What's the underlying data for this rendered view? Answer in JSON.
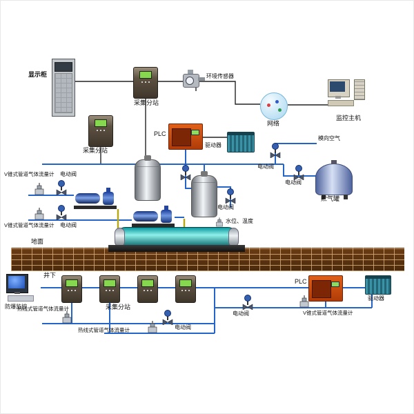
{
  "diagram": {
    "surface": {
      "display_cabinet_label": "显示柜",
      "substation_label": "采集分站",
      "env_sensor_label": "环境传感器",
      "network_label": "网络",
      "monitor_host_label": "监控主机",
      "plc_label": "PLC",
      "driver_label": "驱动器",
      "lateral_air_label": "模向空气",
      "electric_valve_label": "电动阀",
      "storage_tank_label": "贮气罐",
      "vcone_flowmeter_label": "V锥式管道气体流量计",
      "level_temp_label": "水位、温度",
      "ground_label": "地面"
    },
    "underground": {
      "underground_label": "井下",
      "monitor_label": "防爆监控",
      "substation_label": "采集分站",
      "hotwire_flowmeter_label": "热线式管道气体流量计",
      "electric_valve_label": "电动阀",
      "plc_label": "PLC",
      "driver_label": "驱动器",
      "vcone_flowmeter_label": "V锥式管道气体流量计"
    },
    "colors": {
      "pipe_blue": "#2464c8",
      "wire_black": "#222222",
      "pipe_yellow": "#b8a818",
      "plc_red": "#c8500f",
      "driver_teal": "#2f7f92",
      "screen_green": "#86d84e",
      "ground_brown": "#5a3010",
      "tank_teal": "#0a8f96"
    }
  }
}
